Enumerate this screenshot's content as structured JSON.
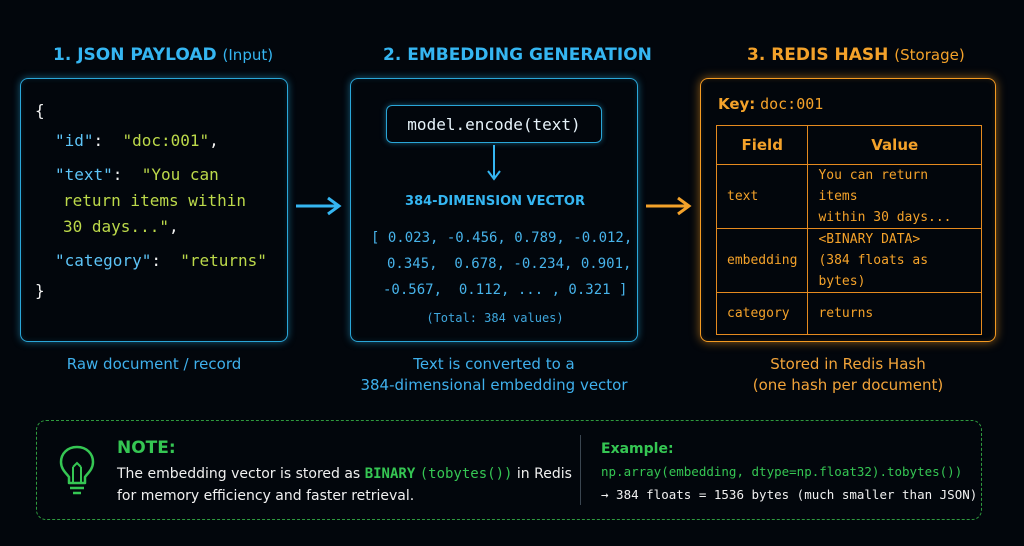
{
  "steps": {
    "input": {
      "title": "1. JSON PAYLOAD",
      "paren": "(Input)",
      "caption": "Raw document / record",
      "json": {
        "open_brace": "{",
        "close_brace": "}",
        "id_key": "\"id\"",
        "id_colon": ":  ",
        "id_val": "\"doc:001\"",
        "id_comma": ",",
        "text_key": "\"text\"",
        "text_colon": ":  ",
        "text_val_1": "\"You can",
        "text_val_2": "return items within",
        "text_val_3": "30 days...\"",
        "text_comma": ",",
        "cat_key": "\"category\"",
        "cat_colon": ":  ",
        "cat_val": "\"returns\""
      }
    },
    "embedding": {
      "title": "2. EMBEDDING GENERATION",
      "encode_label": "model.encode(text)",
      "vector_label": "384-DIMENSION VECTOR",
      "vector_lines": [
        "[ 0.023, -0.456, 0.789, -0.012,",
        "0.345,  0.678, -0.234, 0.901,",
        "-0.567,  0.112, ... , 0.321 ]"
      ],
      "total": "(Total: 384 values)",
      "caption_1": "Text is converted to a",
      "caption_2": "384-dimensional embedding vector"
    },
    "storage": {
      "title": "3. REDIS HASH",
      "paren": "(Storage)",
      "key_label": "Key:",
      "key_value": "doc:001",
      "headers": {
        "field": "Field",
        "value": "Value"
      },
      "rows": [
        {
          "field": "text",
          "value_1": "You can return items",
          "value_2": "within 30 days..."
        },
        {
          "field": "embedding",
          "value_1": "<BINARY DATA>",
          "value_2": "(384 floats as bytes)"
        },
        {
          "field": "category",
          "value_1": "returns",
          "value_2": ""
        }
      ],
      "caption_1": "Stored in Redis Hash",
      "caption_2": "(one hash per document)"
    }
  },
  "note": {
    "heading": "NOTE:",
    "line1_pre": "The embedding vector is stored as ",
    "line1_binary": "BINARY",
    "line1_code": "(tobytes())",
    "line1_post": " in Redis",
    "line2": "for memory efficiency and faster retrieval.",
    "example_label": "Example:",
    "example_code": "np.array(embedding, dtype=np.float32).tobytes())",
    "example_result": "→ 384 floats = 1536 bytes (much smaller than JSON)"
  },
  "colors": {
    "blue": "#35b6f2",
    "orange": "#f4a22a",
    "green": "#35c653",
    "background": "#02060c"
  },
  "icons": [
    "arrow-right-icon",
    "arrow-down-icon",
    "lightbulb-icon"
  ]
}
